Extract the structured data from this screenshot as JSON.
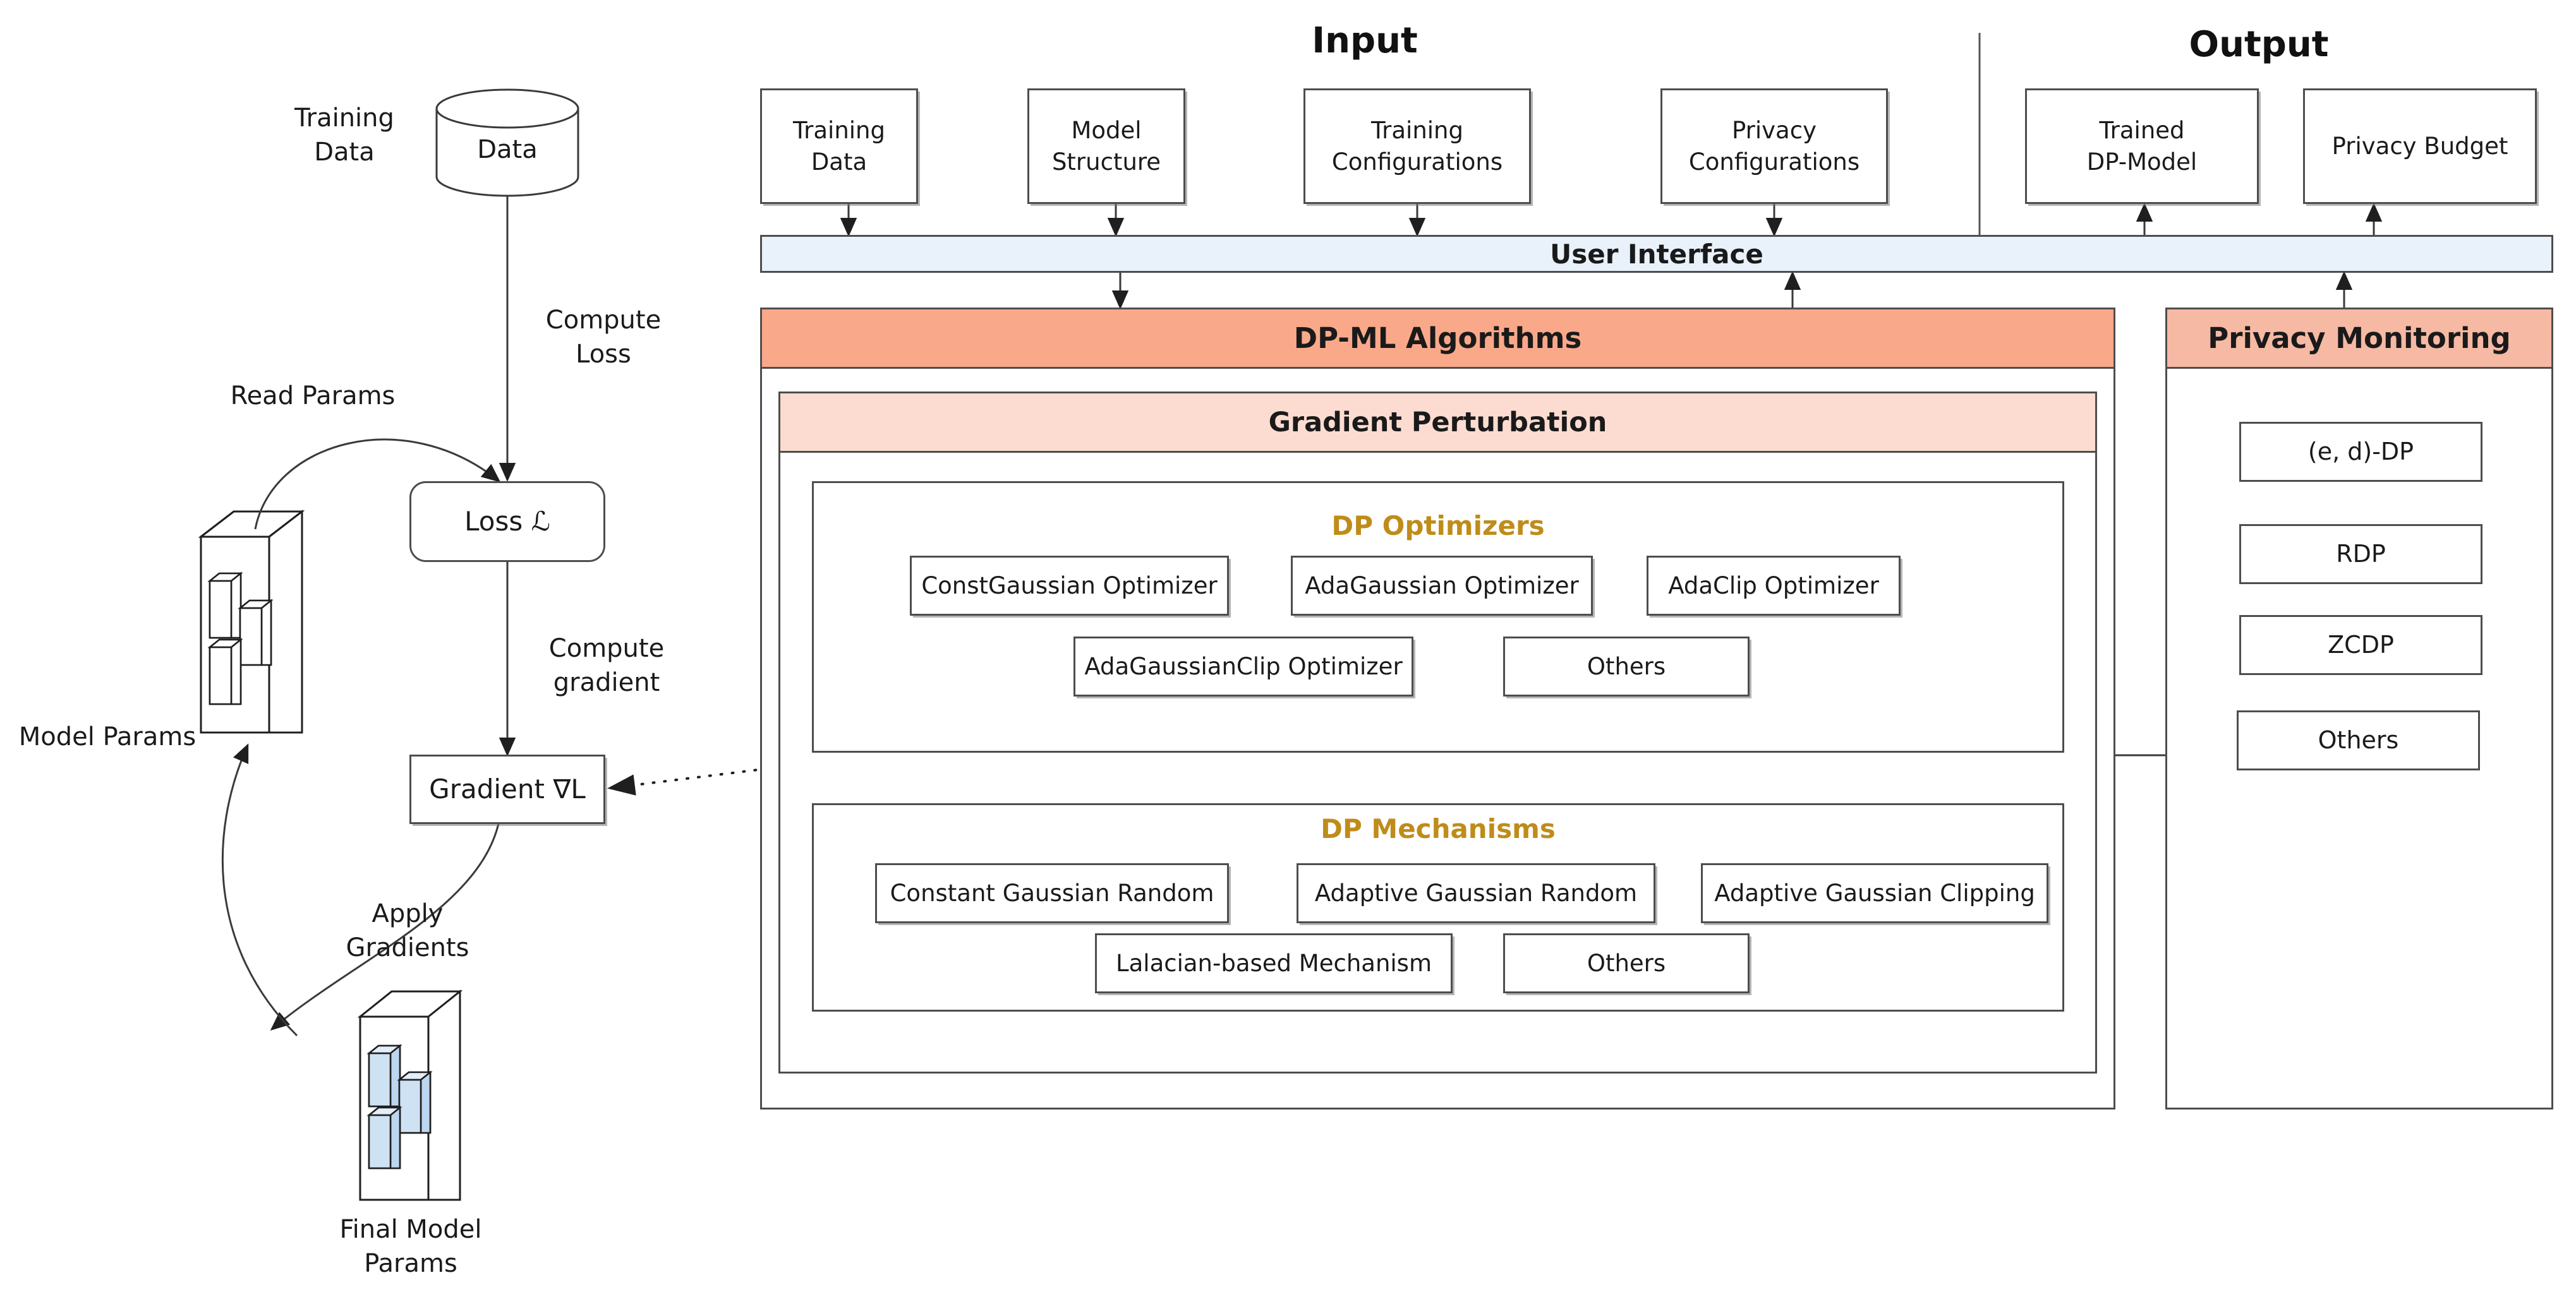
{
  "headers": {
    "input": "Input",
    "output": "Output"
  },
  "input_nodes": [
    {
      "label": "Training\nData",
      "name": "input-training-data"
    },
    {
      "label": "Model\nStructure",
      "name": "input-model-structure"
    },
    {
      "label": "Training\nConfigurations",
      "name": "input-training-configurations"
    },
    {
      "label": "Privacy\nConfigurations",
      "name": "input-privacy-configurations"
    }
  ],
  "output_nodes": [
    {
      "label": "Trained\nDP-Model",
      "name": "output-trained-dp-model"
    },
    {
      "label": "Privacy Budget",
      "name": "output-privacy-budget"
    }
  ],
  "user_interface": {
    "label": "User Interface"
  },
  "dp_ml": {
    "title": "DP-ML Algorithms",
    "gradient_perturbation": "Gradient Perturbation",
    "optimizers": {
      "title": "DP Optimizers",
      "row1": [
        "ConstGaussian Optimizer",
        "AdaGaussian Optimizer",
        "AdaClip Optimizer"
      ],
      "row2": [
        "AdaGaussianClip Optimizer",
        "Others"
      ]
    },
    "mechanisms": {
      "title": "DP Mechanisms",
      "row1": [
        "Constant Gaussian Random",
        "Adaptive Gaussian Random",
        "Adaptive Gaussian Clipping"
      ],
      "row2": [
        "Lalacian-based Mechanism",
        "Others"
      ]
    }
  },
  "privacy_monitoring": {
    "title": "Privacy Monitoring",
    "items": [
      "(e, d)-DP",
      "RDP",
      "ZCDP",
      "Others"
    ]
  },
  "training_loop": {
    "training_data_label": "Training\nData",
    "data_cylinder": "Data",
    "compute_loss": "Compute\nLoss",
    "read_params": "Read Params",
    "loss_node": "Loss ℒ",
    "compute_gradient": "Compute\ngradient",
    "gradient_node": "Gradient ∇L",
    "apply_gradients": "Apply\nGradients",
    "model_params": "Model Params",
    "final_model_params": "Final Model\nParams"
  },
  "colors": {
    "accent_orange": "#f9a98a",
    "accent_pink": "#fcdcd1",
    "accent_blue": "#e9f1fb",
    "accent_peach": "#f6b9a3",
    "sub_title_gold": "#bf8c1a",
    "param_blue": "#cfe2f3",
    "stroke": "#4d4d4d"
  }
}
